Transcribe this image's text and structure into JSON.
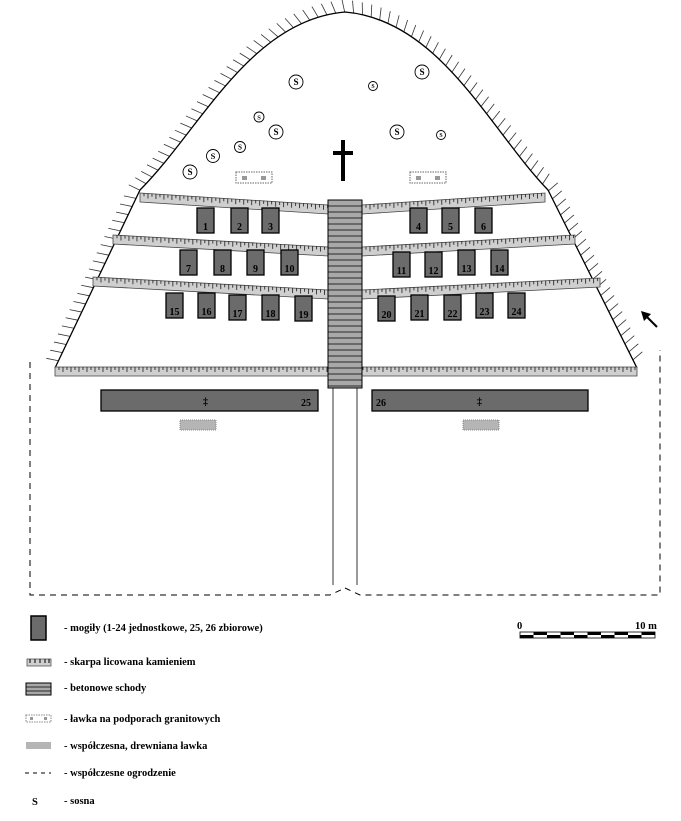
{
  "plan": {
    "graves": [
      "1",
      "2",
      "3",
      "4",
      "5",
      "6",
      "7",
      "8",
      "9",
      "10",
      "11",
      "12",
      "13",
      "14",
      "15",
      "16",
      "17",
      "18",
      "19",
      "20",
      "21",
      "22",
      "23",
      "24"
    ],
    "mass_graves": [
      "25",
      "26"
    ],
    "cross_symbol": "†",
    "orthodox_cross_symbol": "‡",
    "tree_symbol": "S"
  },
  "scale": {
    "start": "0",
    "end": "10 m"
  },
  "legend": [
    {
      "icon": "grave-icon",
      "label": "- mogiły (1-24 jednostkowe, 25, 26 zbiorowe)"
    },
    {
      "icon": "stone-slope-icon",
      "label": "- skarpa licowana kamieniem"
    },
    {
      "icon": "stairs-icon",
      "label": "- betonowe schody"
    },
    {
      "icon": "granite-bench-icon",
      "label": "- ławka na podporach granitowych"
    },
    {
      "icon": "wooden-bench-icon",
      "label": "- współczesna, drewniana ławka"
    },
    {
      "icon": "fence-icon",
      "label": "- współczesne ogrodzenie"
    },
    {
      "icon": "pine-icon",
      "label": "- sosna",
      "symbol": "S"
    }
  ],
  "colors": {
    "grave": "#6b6b6b",
    "band": "#cfcfcf",
    "stairs": "#a8a8a8",
    "bench": "#b5b5b5"
  }
}
